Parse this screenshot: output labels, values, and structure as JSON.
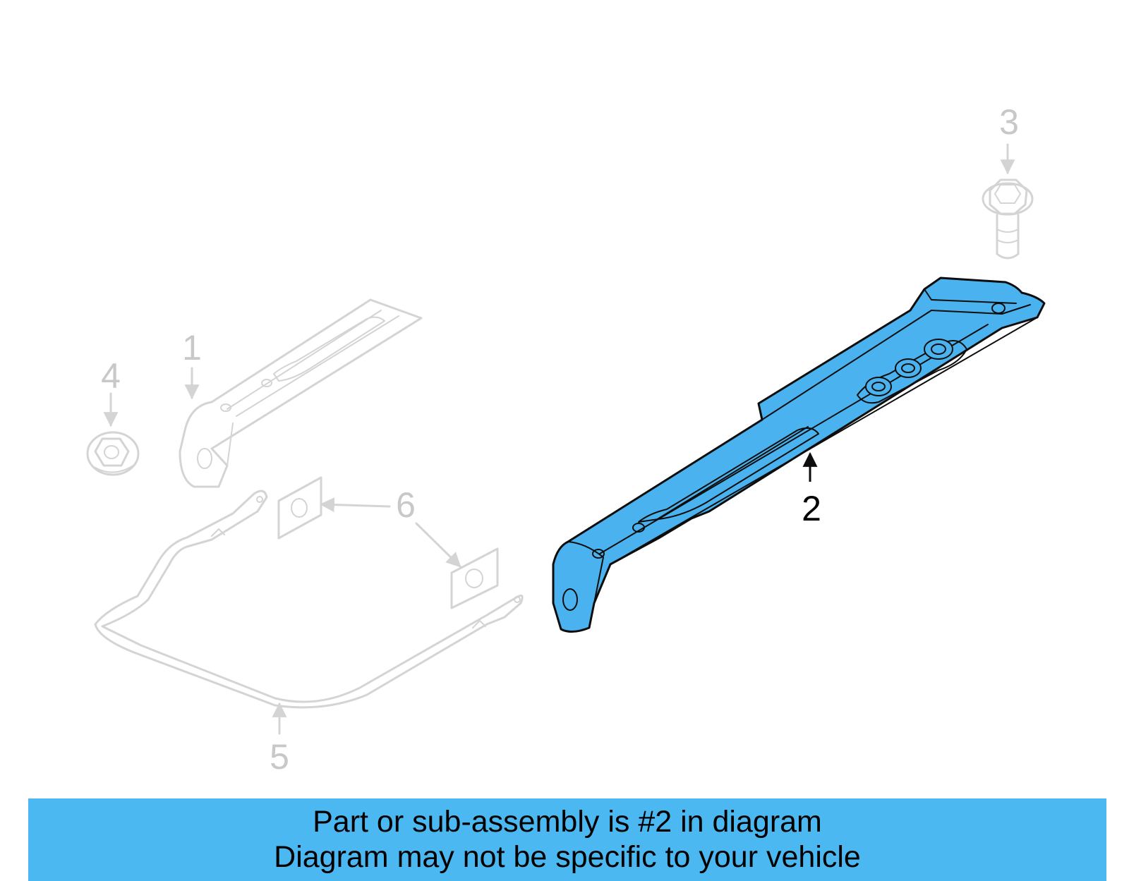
{
  "callouts": {
    "c1": "1",
    "c2": "2",
    "c3": "3",
    "c4": "4",
    "c5": "5",
    "c6": "6"
  },
  "banner": {
    "line1": "Part or sub-assembly is #2 in diagram",
    "line2": "Diagram may not be specific to your vehicle"
  },
  "colors": {
    "highlight_fill": "#4ab3ef",
    "banner_bg": "#4cb8f2",
    "ghost_stroke": "#d4d4d4",
    "ghost_text": "#c8c8c8"
  }
}
